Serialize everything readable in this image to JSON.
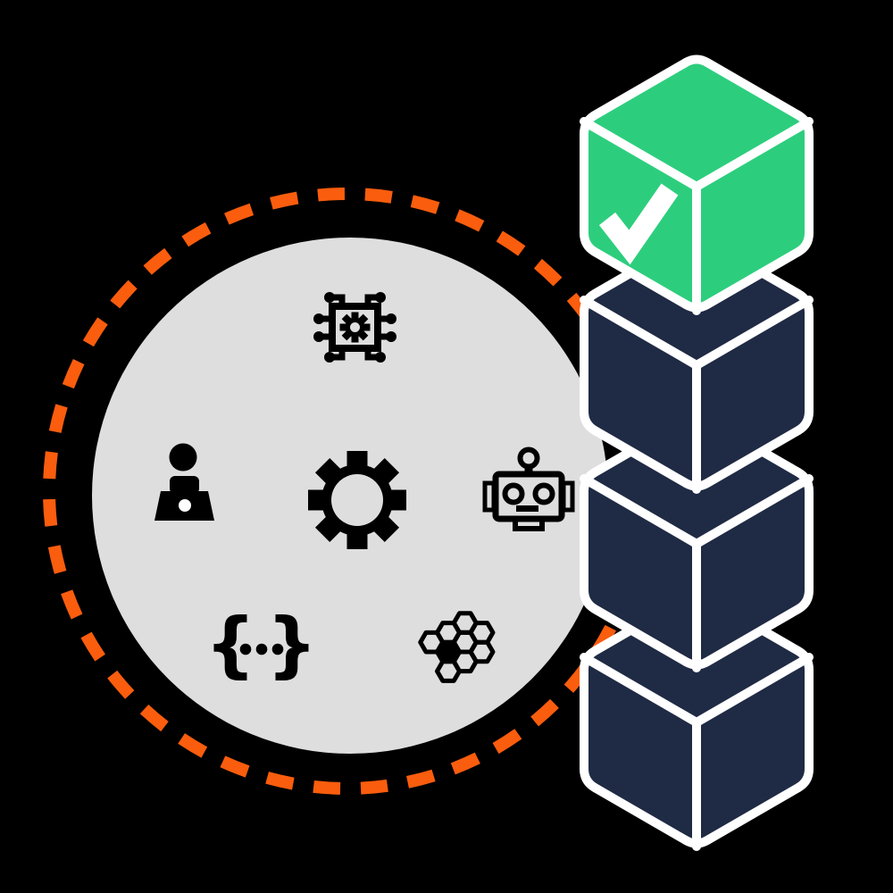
{
  "scene": {
    "background": "#000000"
  },
  "ecosystem_circle": {
    "fill": "#DEDEDE",
    "ring_color": "#FA5D0D",
    "icon_color": "#000000",
    "icons": [
      {
        "name": "circuit-chip-icon"
      },
      {
        "name": "user-at-laptop-icon"
      },
      {
        "name": "gear-icon"
      },
      {
        "name": "robot-icon"
      },
      {
        "name": "code-braces-icon",
        "left_brace": "{",
        "right_brace": "}"
      },
      {
        "name": "honeycomb-icon"
      }
    ]
  },
  "block_stack": {
    "outline_color": "#FFFFFF",
    "blocks": [
      {
        "name": "verified-block",
        "fill": "#2CCE7D",
        "checkmark": true,
        "checkmark_color": "#FFFFFF"
      },
      {
        "name": "block-2",
        "fill": "#1F2A44",
        "checkmark": false
      },
      {
        "name": "block-3",
        "fill": "#1F2A44",
        "checkmark": false
      },
      {
        "name": "block-4",
        "fill": "#1F2A44",
        "checkmark": false
      }
    ]
  }
}
